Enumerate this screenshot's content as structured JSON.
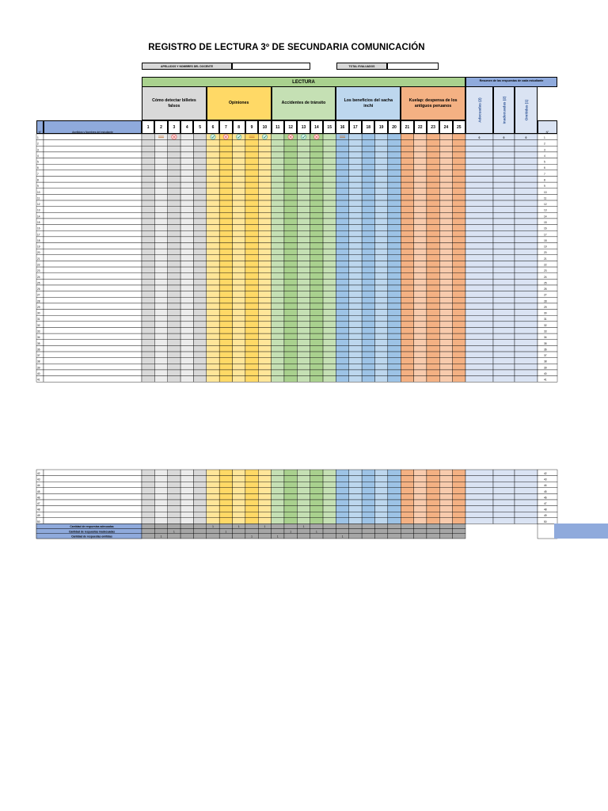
{
  "title": "REGISTRO DE LECTURA 3º DE SECUNDARIA COMUNICACIÓN",
  "header": {
    "teacher_label": "APELLIDOS Y NOMBRES DEL DOCENTE",
    "teacher_value": "",
    "total_label": "TOTAL EVALUADOS",
    "total_value": ""
  },
  "section_title": "LECTURA",
  "summary_title": "Resumen de las respuestas de cada estudiante",
  "topics": [
    {
      "label": "Cómo detectar billetes falsos",
      "color": "#d9d9d9"
    },
    {
      "label": "Opiniones",
      "color": "#ffd966"
    },
    {
      "label": "Accidentes de tránsito",
      "color": "#c5e0b4"
    },
    {
      "label": "Los beneficios del sacha inchi",
      "color": "#bdd7ee"
    },
    {
      "label": "Kuelap: despensa de los antiguos peruanos",
      "color": "#f4b183"
    }
  ],
  "summary_columns": [
    "Adecuadas (2)",
    "Inadecuadas (2)",
    "Omitidas (1)"
  ],
  "col_headers": {
    "number": "N°",
    "student": "Apellidos y Nombres del estudiante",
    "number_right": "N°"
  },
  "questions": [
    "1",
    "2",
    "3",
    "4",
    "5",
    "6",
    "7",
    "8",
    "9",
    "10",
    "11",
    "12",
    "13",
    "14",
    "15",
    "16",
    "17",
    "18",
    "19",
    "20",
    "21",
    "22",
    "23",
    "24",
    "25"
  ],
  "row1_marks": [
    "",
    "=",
    "x",
    "",
    "",
    "v",
    "x",
    "v",
    "=",
    "v",
    "",
    "x",
    "v",
    "x",
    "",
    "=",
    "",
    "",
    "",
    "",
    "",
    "",
    "",
    "",
    ""
  ],
  "row1_summary": [
    "0",
    "0",
    "0"
  ],
  "rows_top": [
    "1",
    "2",
    "3",
    "4",
    "5",
    "6",
    "7",
    "8",
    "9",
    "10",
    "11",
    "12",
    "13",
    "14",
    "15",
    "16",
    "17",
    "18",
    "19",
    "20",
    "21",
    "22",
    "23",
    "24",
    "25",
    "26",
    "27",
    "28",
    "29",
    "30",
    "31",
    "32",
    "33",
    "34",
    "35",
    "36",
    "37",
    "38",
    "39",
    "40",
    "41"
  ],
  "rows_bottom": [
    "42",
    "43",
    "44",
    "45",
    "46",
    "47",
    "48",
    "49",
    "50"
  ],
  "rows_bottom_right": [
    "42",
    "43",
    "44",
    "45",
    "46",
    "47",
    "48",
    "49",
    "50"
  ],
  "footer": {
    "labels": [
      "Cantidad de respuestas adecuadas",
      "Cantidad de respuestas inadecuadas",
      "Cantidad de respuestas omitidas"
    ],
    "adecuadas": [
      "",
      "",
      "",
      "",
      "",
      "1",
      "",
      "1",
      "",
      "1",
      "",
      "",
      "1",
      "",
      "",
      "",
      "",
      "",
      "",
      "",
      "",
      "",
      "",
      "",
      ""
    ],
    "inadecuadas": [
      "",
      "",
      "1",
      "",
      "",
      "",
      "1",
      "",
      "",
      "",
      "",
      "1",
      "",
      "1",
      "",
      "",
      "",
      "",
      "",
      "",
      "",
      "",
      "",
      "",
      ""
    ],
    "omitidas": [
      "",
      "1",
      "",
      "",
      "",
      "",
      "",
      "",
      "1",
      "",
      "1",
      "",
      "",
      "",
      "",
      "1",
      "",
      "",
      "",
      "",
      "",
      "",
      "",
      "",
      ""
    ]
  }
}
